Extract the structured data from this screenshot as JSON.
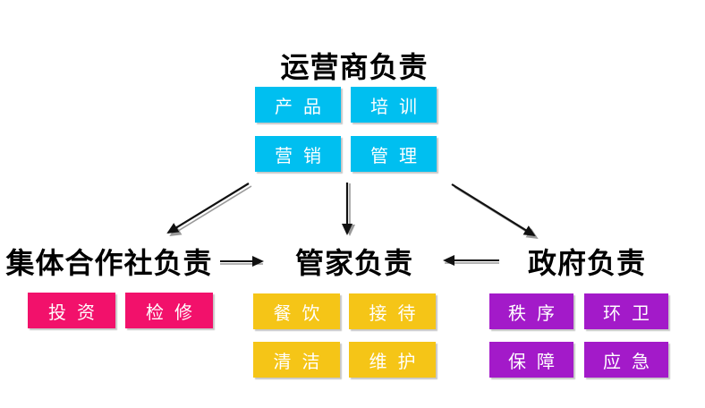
{
  "diagram": {
    "operator": {
      "title": "运营商负责",
      "color": "#00BFF0",
      "items": [
        "产品",
        "培训",
        "营销",
        "管理"
      ]
    },
    "cooperative": {
      "title": "集体合作社负责",
      "color": "#F2116B",
      "items": [
        "投资",
        "检修"
      ]
    },
    "butler": {
      "title": "管家负责",
      "color": "#F5C517",
      "items": [
        "餐饮",
        "接待",
        "清洁",
        "维护"
      ]
    },
    "government": {
      "title": "政府负责",
      "color": "#A31AC9",
      "items": [
        "秩序",
        "环卫",
        "保障",
        "应急"
      ]
    },
    "arrow_color": "#111111",
    "arrow_shadow_color": "#9a9a9a"
  }
}
